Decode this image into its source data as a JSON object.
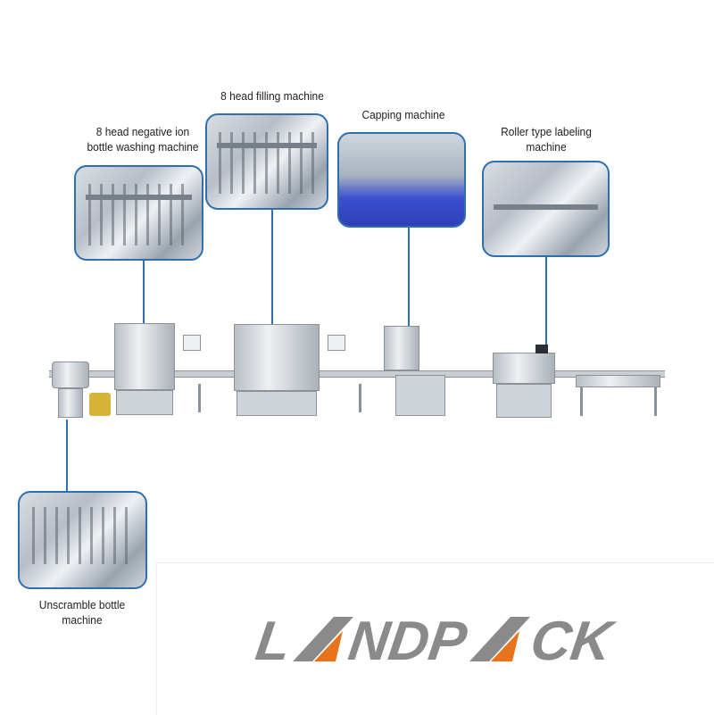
{
  "stations": [
    {
      "id": "washing",
      "label_lines": [
        "8 head negative ion",
        "bottle washing machine"
      ]
    },
    {
      "id": "filling",
      "label_lines": [
        "8 head filling machine"
      ]
    },
    {
      "id": "capping",
      "label_lines": [
        "Capping machine"
      ]
    },
    {
      "id": "labeling",
      "label_lines": [
        "Roller type labeling",
        "machine"
      ]
    },
    {
      "id": "unscramble",
      "label_lines": [
        "Unscramble bottle",
        "machine"
      ]
    }
  ],
  "logo": {
    "text": "LANDPACK",
    "gray": "#8a8a8a",
    "orange": "#e8731c"
  },
  "colors": {
    "connector": "#2f6fae",
    "photo_border": "#2f6fae"
  }
}
